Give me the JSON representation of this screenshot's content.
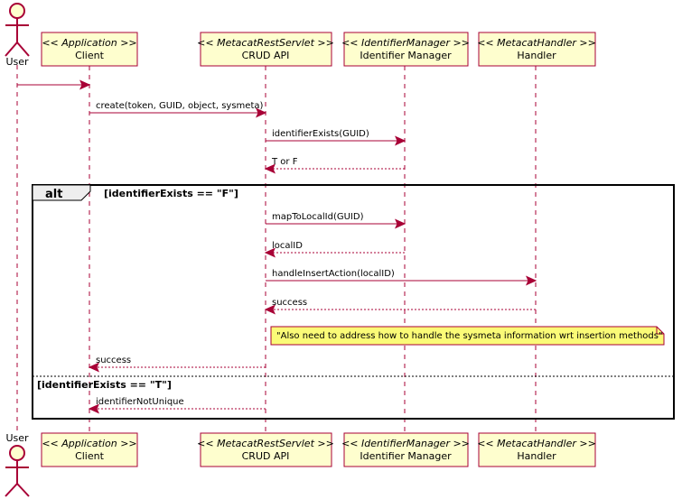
{
  "participants": {
    "user": {
      "name": "User"
    },
    "client": {
      "stereotype": "<< Application >>",
      "name": "Client"
    },
    "crud": {
      "stereotype": "<< MetacatRestServlet >>",
      "name": "CRUD API"
    },
    "idm": {
      "stereotype": "<< IdentifierManager >>",
      "name": "Identifier Manager"
    },
    "handler": {
      "stereotype": "<< MetacatHandler >>",
      "name": "Handler"
    }
  },
  "messages": {
    "m1": "create(token, GUID, object, sysmeta)",
    "m2": "identifierExists(GUID)",
    "m3": "T or F",
    "m4": "mapToLocalId(GUID)",
    "m5": "localID",
    "m6": "handleInsertAction(localID)",
    "m7": "success",
    "m8": "success",
    "m9": "identifierNotUnique"
  },
  "alt": {
    "keyword": "alt",
    "guard1": "[identifierExists == \"F\"]",
    "guard2": "[identifierExists == \"T\"]"
  },
  "note": "\"Also need to address how to handle the sysmeta information wrt insertion methods\"",
  "colors": {
    "line": "#A80036",
    "box_fill": "#FEFECE",
    "note_fill": "#FBFB77"
  }
}
